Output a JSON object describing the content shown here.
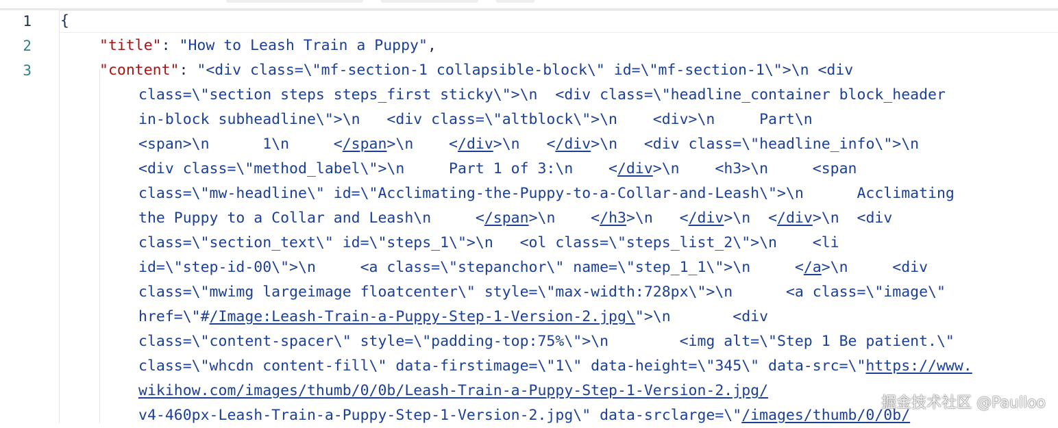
{
  "editor": {
    "line_numbers": [
      "1",
      "2",
      "3"
    ],
    "lines": [
      [
        {
          "t": "{",
          "c": "p"
        }
      ],
      [
        {
          "t": "\"title\"",
          "c": "k"
        },
        {
          "t": ": ",
          "c": "p"
        },
        {
          "t": "\"How to Leash Train a Puppy\"",
          "c": "s"
        },
        {
          "t": ",",
          "c": "p"
        }
      ],
      [
        {
          "t": "\"content\"",
          "c": "k"
        },
        {
          "t": ": ",
          "c": "p"
        },
        {
          "t": "\"<div class=\\\"mf-section-1 collapsible-block\\\" id=\\\"mf-section-1\\\">\\n <div",
          "c": "s"
        }
      ],
      [
        {
          "t": "class=\\\"section steps steps_first sticky\\\">\\n  <div class=\\\"headline_container block_header",
          "c": "s"
        }
      ],
      [
        {
          "t": "in-block subheadline\\\">\\n   <div class=\\\"altblock\\\">\\n    <div>\\n     Part\\n",
          "c": "s"
        }
      ],
      [
        {
          "t": "<span>\\n      1\\n     <",
          "c": "s"
        },
        {
          "t": "/span",
          "c": "s u"
        },
        {
          "t": ">\\n    <",
          "c": "s"
        },
        {
          "t": "/div",
          "c": "s u"
        },
        {
          "t": ">\\n   <",
          "c": "s"
        },
        {
          "t": "/div",
          "c": "s u"
        },
        {
          "t": ">\\n   <div class=\\\"headline_info\\\">\\n",
          "c": "s"
        }
      ],
      [
        {
          "t": "<div class=\\\"method_label\\\">\\n     Part 1 of 3:\\n    <",
          "c": "s"
        },
        {
          "t": "/div",
          "c": "s u"
        },
        {
          "t": ">\\n    <h3>\\n     <span",
          "c": "s"
        }
      ],
      [
        {
          "t": "class=\\\"mw-headline\\\" id=\\\"Acclimating-the-Puppy-to-a-Collar-and-Leash\\\">\\n      Acclimating",
          "c": "s"
        }
      ],
      [
        {
          "t": "the Puppy to a Collar and Leash\\n     <",
          "c": "s"
        },
        {
          "t": "/span",
          "c": "s u"
        },
        {
          "t": ">\\n    <",
          "c": "s"
        },
        {
          "t": "/h3",
          "c": "s u"
        },
        {
          "t": ">\\n   <",
          "c": "s"
        },
        {
          "t": "/div",
          "c": "s u"
        },
        {
          "t": ">\\n  <",
          "c": "s"
        },
        {
          "t": "/div",
          "c": "s u"
        },
        {
          "t": ">\\n  <div",
          "c": "s"
        }
      ],
      [
        {
          "t": "class=\\\"section_text\\\" id=\\\"steps_1\\\">\\n   <ol class=\\\"steps_list_2\\\">\\n    <li",
          "c": "s"
        }
      ],
      [
        {
          "t": "id=\\\"step-id-00\\\">\\n     <a class=\\\"stepanchor\\\" name=\\\"step_1_1\\\">\\n     <",
          "c": "s"
        },
        {
          "t": "/a",
          "c": "s u"
        },
        {
          "t": ">\\n     <div",
          "c": "s"
        }
      ],
      [
        {
          "t": "class=\\\"mwimg largeimage floatcenter\\\" style=\\\"max-width:728px\\\">\\n      <a class=\\\"image\\\"",
          "c": "s"
        }
      ],
      [
        {
          "t": "href=\\\"#",
          "c": "s"
        },
        {
          "t": "/Image:Leash-Train-a-Puppy-Step-1-Version-2.jpg\\",
          "c": "s u"
        },
        {
          "t": "\">\\n       <div",
          "c": "s"
        }
      ],
      [
        {
          "t": "class=\\\"content-spacer\\\" style=\\\"padding-top:75%\\\">\\n        <img alt=\\\"Step 1 Be patient.\\\"",
          "c": "s"
        }
      ],
      [
        {
          "t": "class=\\\"whcdn content-fill\\\" data-firstimage=\\\"1\\\" data-height=\\\"345\\\" data-src=\\\"",
          "c": "s"
        },
        {
          "t": "https://www.",
          "c": "link"
        }
      ],
      [
        {
          "t": "wikihow.com/images/thumb/0/0b/Leash-Train-a-Puppy-Step-1-Version-2.jpg/",
          "c": "link"
        }
      ],
      [
        {
          "t": "v4-460px-Leash-Train-a-Puppy-Step-1-Version-2.jpg\\\" data-srclarge=\\\"",
          "c": "s"
        },
        {
          "t": "/images/thumb/0/0b/",
          "c": "link"
        }
      ]
    ]
  },
  "watermark": "掘金技术社区 @Paulloo"
}
